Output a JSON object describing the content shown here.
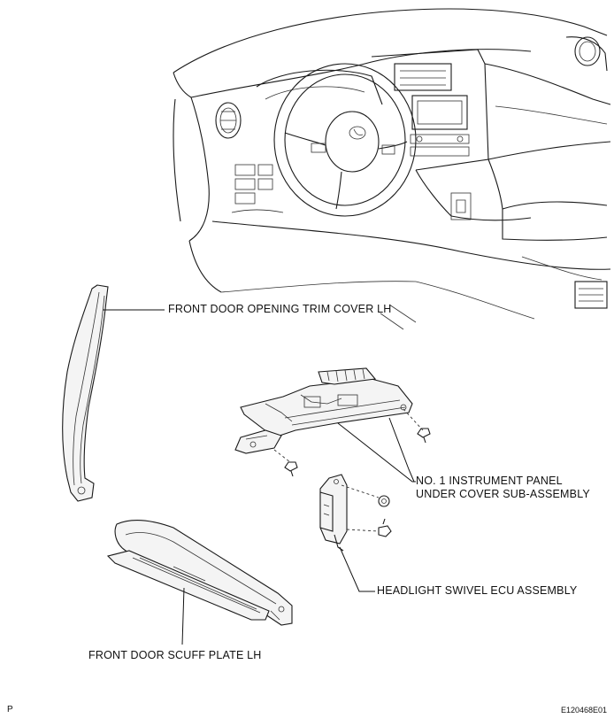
{
  "labels": {
    "trim_cover": "FRONT DOOR OPENING TRIM COVER LH",
    "under_cover_line1": "NO. 1 INSTRUMENT PANEL",
    "under_cover_line2": "UNDER COVER SUB-ASSEMBLY",
    "swivel_ecu": "HEADLIGHT SWIVEL ECU ASSEMBLY",
    "scuff_plate": "FRONT DOOR SCUFF PLATE LH"
  },
  "corner_marks": {
    "left": "P",
    "right": "E120468E01"
  },
  "icons": {
    "dashboard": "car-dashboard-illustration",
    "trim_cover": "trim-cover-part",
    "under_cover": "instrument-panel-under-cover-part",
    "swivel_ecu": "headlight-swivel-ecu-part",
    "scuff_plate": "door-scuff-plate-part"
  }
}
